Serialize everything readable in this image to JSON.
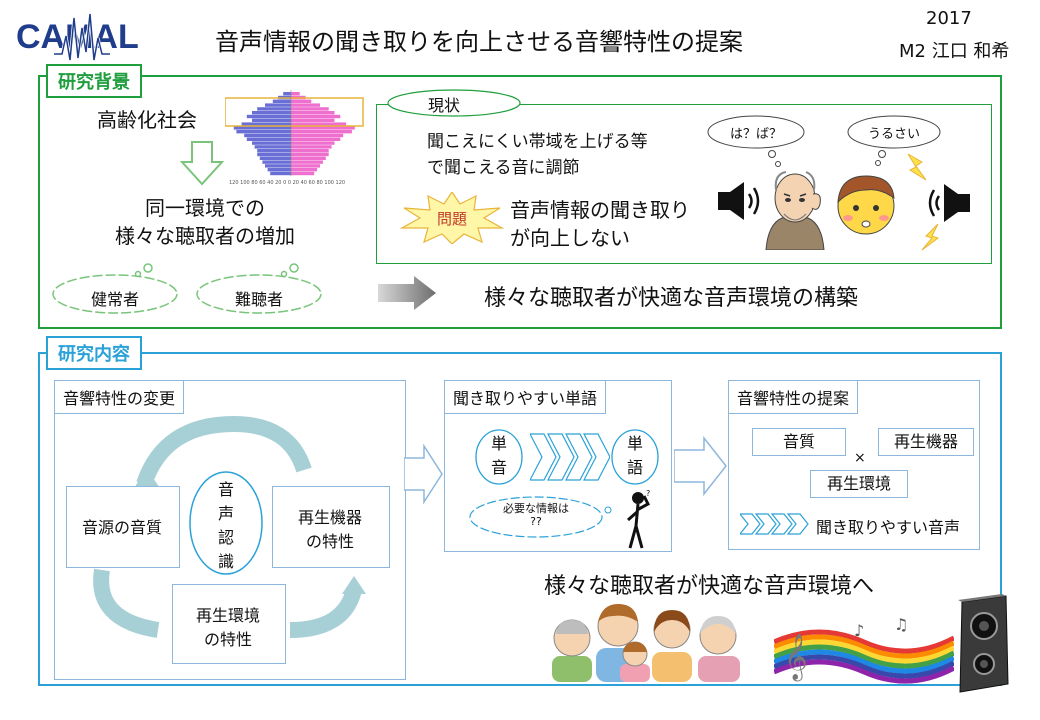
{
  "header": {
    "logo_text": "CAMAL",
    "title": "音声情報の聞き取りを向上させる音響特性の提案",
    "year": "2017",
    "author": "M2 江口 和希"
  },
  "colors": {
    "green": "#1e9e3c",
    "blue": "#2aa2d8",
    "light_blue_box": "#8db7dc",
    "arrow_green_fill": "#ffffff",
    "arrow_green_stroke": "#79c47a",
    "gray_arrow": "#888888",
    "yellow": "#ffe14a",
    "pyramid_blue": "#6a6fd6",
    "pyramid_pink": "#ef6fcf",
    "cycle_arrow": "#a7cfd6"
  },
  "background": {
    "label": "研究背景",
    "aging_society": "高齢化社会",
    "pyramid_axis": "120 100 80 60 40 20 0 0 20 40 60 80 100 120",
    "increase_line1": "同一環境での",
    "increase_line2": "様々な聴取者の増加",
    "cloud_normal": "健常者",
    "cloud_hearing_impaired": "難聴者",
    "status_label": "現状",
    "status_line1": "聞こえにくい帯域を上げる等",
    "status_line2": "で聞こえる音に調節",
    "bubble_elder": "は？ば？",
    "bubble_child": "うるさい",
    "problem_badge": "問題",
    "problem_line1": "音声情報の聞き取り",
    "problem_line2": "が向上しない",
    "goal": "様々な聴取者が快適な音声環境の構築"
  },
  "content": {
    "label": "研究内容",
    "box1": {
      "title": "音響特性の変更",
      "source": "音源の音質",
      "center_chars": [
        "音",
        "声",
        "認",
        "識"
      ],
      "device_line1": "再生機器",
      "device_line2": "の特性",
      "env_line1": "再生環境",
      "env_line2": "の特性"
    },
    "box2": {
      "title": "聞き取りやすい単語",
      "word_left": [
        "単",
        "音"
      ],
      "word_right": [
        "単",
        "語"
      ],
      "bubble_line1": "必要な情報は",
      "bubble_line2": "??"
    },
    "box3": {
      "title": "音響特性の提案",
      "quality": "音質",
      "times": "×",
      "device": "再生機器",
      "environment": "再生環境",
      "result": "聞き取りやすい音声"
    },
    "conclusion": "様々な聴取者が快適な音声環境へ"
  }
}
